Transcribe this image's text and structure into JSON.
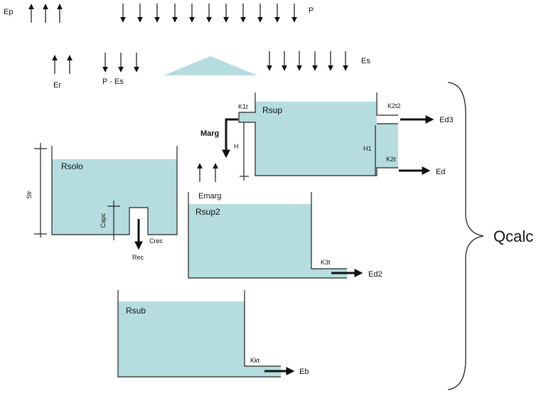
{
  "colors": {
    "water": "#b5dde0",
    "line": "#2a2a2a"
  },
  "labels": {
    "ep": "Ep",
    "p": "P",
    "er": "Er",
    "p_es": "P - Es",
    "es": "Es",
    "k1t": "K1t",
    "rsup": "Rsup",
    "k2t2": "K2t2",
    "ed3": "Ed3",
    "marg": "Marg",
    "h": "H",
    "h1": "H1",
    "k2t": "K2t",
    "ed": "Ed",
    "rsolo": "Rsolo",
    "str": "Str",
    "capc": "Capc",
    "crec": "Crec",
    "rec": "Rec",
    "emarg": "Emarg",
    "rsup2": "Rsup2",
    "k3t": "K3t",
    "ed2": "Ed2",
    "rsub": "Rsub",
    "kkt": "Kkt",
    "eb": "Eb",
    "qcalc": "Qcalc"
  }
}
